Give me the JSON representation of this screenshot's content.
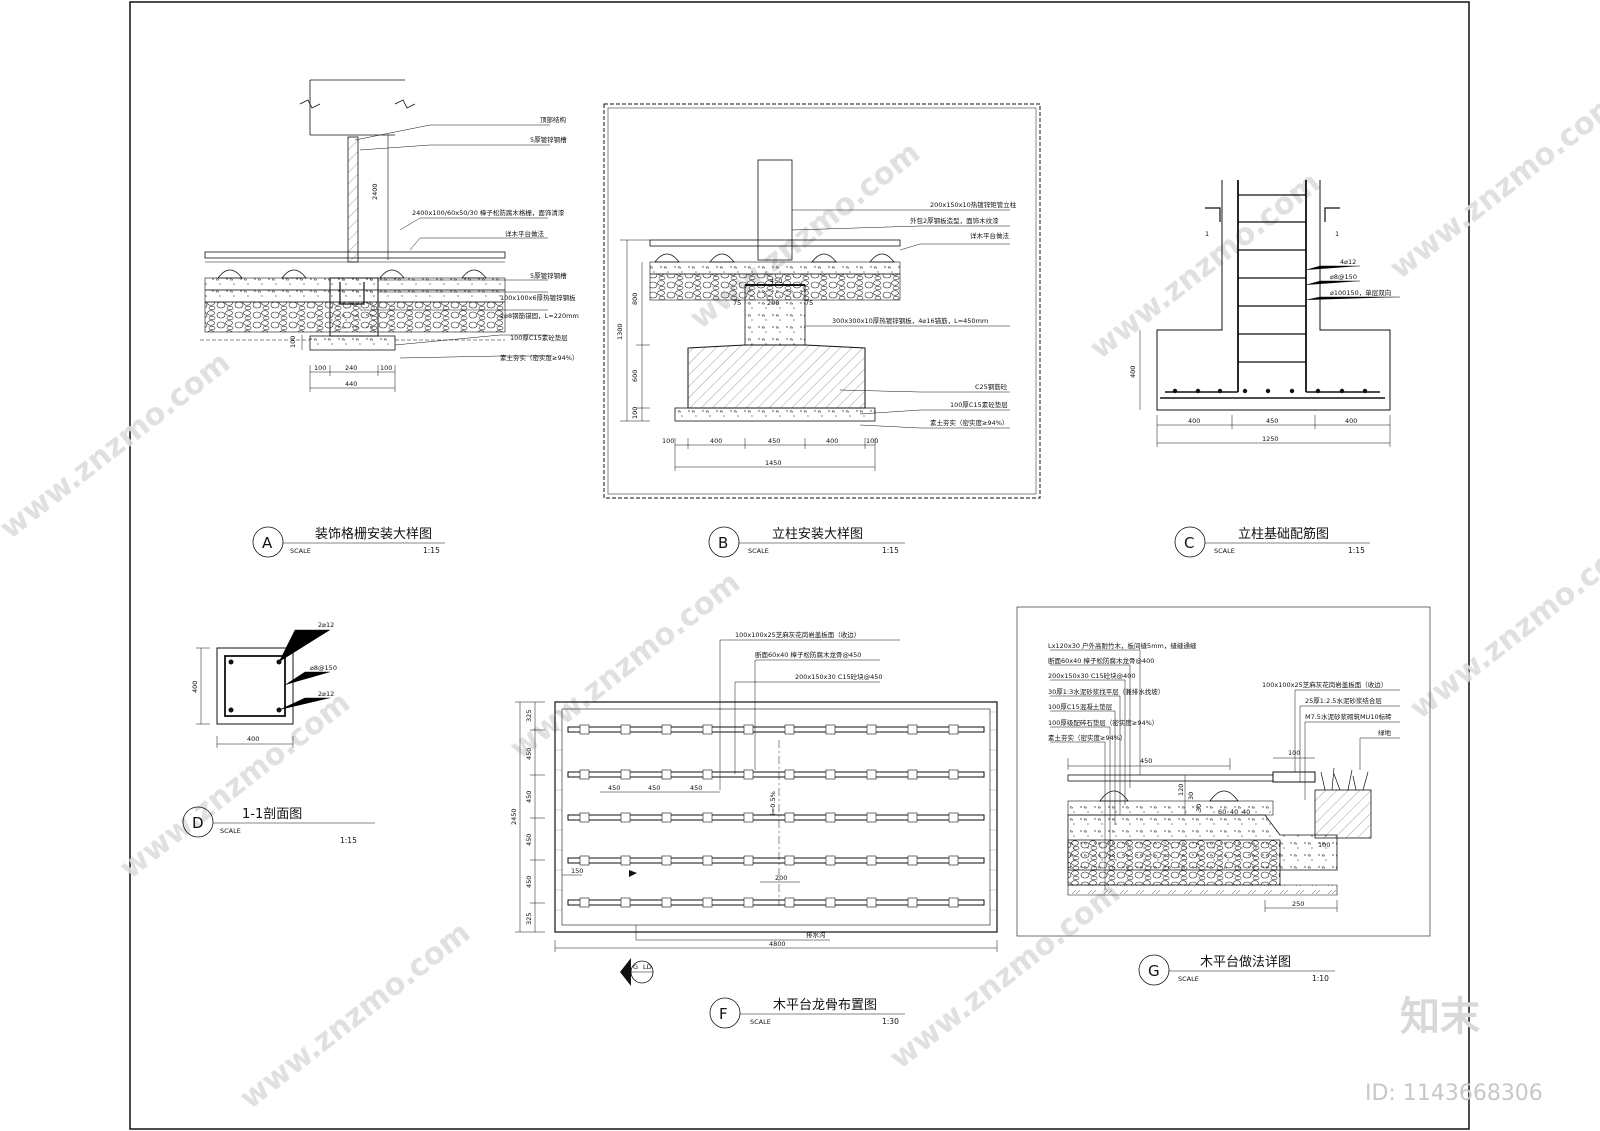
{
  "watermark": {
    "site": "www.znzmo.com",
    "brand": "知末网",
    "logo": "知末",
    "id": "ID: 1143668306"
  },
  "A": {
    "letter": "A",
    "title": "装饰格栅安装大样图",
    "scale_label": "SCALE",
    "scale": "1:15",
    "notes": [
      "顶部结构",
      "5厚镀锌钢槽",
      "2400x100/60x50/30 樟子松防腐木格栅，面饰清漆",
      "详木平台做法",
      "5厚镀锌钢槽",
      "100x100x6厚热镀锌钢板",
      "2⌀8钢筋锚固，L=220mm",
      "100厚C15素砼垫层",
      "素土夯实（密实度≥94%）"
    ],
    "dims": [
      "2400",
      "100",
      "240",
      "100",
      "440",
      "100"
    ]
  },
  "B": {
    "letter": "B",
    "title": "立柱安装大样图",
    "scale_label": "SCALE",
    "scale": "1:15",
    "notes": [
      "200x150x10热镀锌矩管立柱",
      "外包2厚钢板造型，面饰木纹漆",
      "详木平台做法",
      "300x300x10厚热镀锌钢板，4⌀16锚筋，L=450mm",
      "C25钢筋砼",
      "100厚C15素砼垫层",
      "素土夯实（密实度≥94%）"
    ],
    "dims_h": [
      "100",
      "400",
      "450",
      "400",
      "100",
      "1450"
    ],
    "dims_v": [
      "1300",
      "800",
      "600",
      "100"
    ],
    "dims_small": [
      "450",
      "75",
      "200",
      "75"
    ]
  },
  "C": {
    "letter": "C",
    "title": "立柱基础配筋图",
    "scale_label": "SCALE",
    "scale": "1:15",
    "notes": [
      "4⌀12",
      "⌀8@150",
      "⌀100150，单层双向"
    ],
    "section_marks": [
      "1",
      "1"
    ],
    "dims": [
      "400",
      "450",
      "400",
      "1250",
      "400"
    ]
  },
  "D": {
    "letter": "D",
    "title": "1-1剖面图",
    "scale_label": "SCALE",
    "scale": "1:15",
    "notes": [
      "2⌀12",
      "⌀8@150",
      "2⌀12"
    ],
    "dims": [
      "400",
      "400"
    ]
  },
  "F": {
    "letter": "F",
    "title": "木平台龙骨布置图",
    "scale_label": "SCALE",
    "scale": "1:30",
    "notes": [
      "100x100x25芝麻灰花岗岩盖板面（收边）",
      "断面60x40 樟子松防腐木龙骨@450",
      "200x150x30 C15砼块@450",
      "排水沟"
    ],
    "dims_v": [
      "325",
      "450",
      "450",
      "450",
      "450",
      "325",
      "2450"
    ],
    "dims_h": [
      "450",
      "450",
      "450",
      "150",
      "200",
      "4800"
    ],
    "slope": "i=0.5%",
    "section_mark": [
      "G",
      "LD"
    ]
  },
  "G": {
    "letter": "G",
    "title": "木平台做法详图",
    "scale_label": "SCALE",
    "scale": "1:10",
    "notes_left": [
      "Lx120x30 户外高耐竹木，板间缝5mm，缝缝通缝",
      "断面60x40 樟子松防腐木龙骨@400",
      "200x150x30 C15砼块@400",
      "30厚1:3水泥砂浆找平层（兼排水找坡）",
      "100厚C15混凝土垫层",
      "100厚级配碎石垫层（密实度≥94%）",
      "素土夯实（密实度≥94%）"
    ],
    "notes_right": [
      "100x100x25芝麻灰花岗岩盖板面（收边）",
      "25厚1:2.5水泥砂浆结合层",
      "M7.5水泥砂浆砌筑MU10标砖",
      "绿地"
    ],
    "dims": [
      "450",
      "100",
      "120",
      "30",
      "30",
      "60",
      "40",
      "40",
      "100",
      "250"
    ]
  }
}
